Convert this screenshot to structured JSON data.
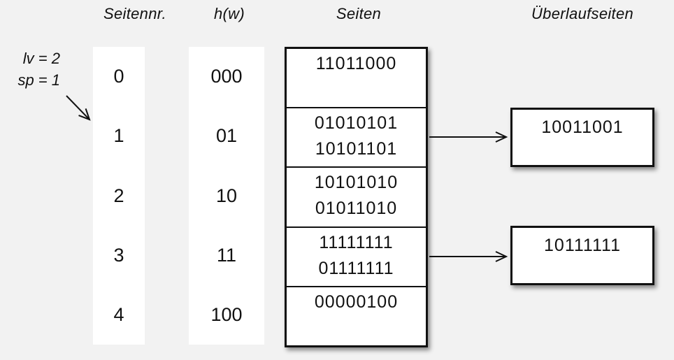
{
  "page": {
    "background_color": "#f2f2f2",
    "box_fill_color": "#ffffff",
    "line_color": "#111111"
  },
  "headers": {
    "col_page_no": "Seitennr.",
    "col_hash": "h(w)",
    "col_pages": "Seiten",
    "col_overflow": "Überlaufseiten"
  },
  "annotation": {
    "level": "lv = 2",
    "split_pointer": "sp = 1"
  },
  "table": {
    "rows": [
      {
        "page_no": "0",
        "hash": "000",
        "values": [
          "11011000"
        ]
      },
      {
        "page_no": "1",
        "hash": "01",
        "values": [
          "01010101",
          "10101101"
        ],
        "overflow": "10011001"
      },
      {
        "page_no": "2",
        "hash": "10",
        "values": [
          "10101010",
          "01011010"
        ]
      },
      {
        "page_no": "3",
        "hash": "11",
        "values": [
          "11111111",
          "01111111"
        ],
        "overflow": "10111111"
      },
      {
        "page_no": "4",
        "hash": "100",
        "values": [
          "00000100"
        ]
      }
    ]
  }
}
